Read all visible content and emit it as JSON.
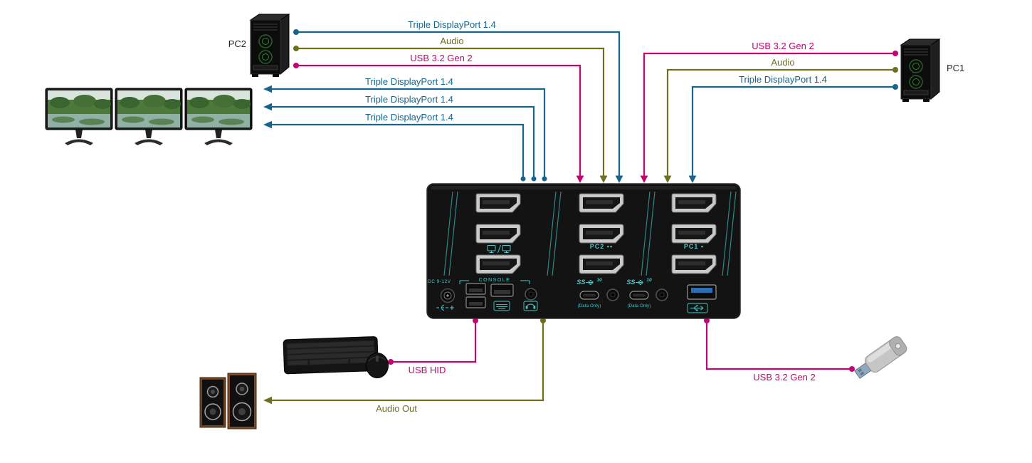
{
  "palette": {
    "blue": "#17658f",
    "olive": "#6f6f1f",
    "magenta": "#c20570",
    "teal": "#4fc8c8"
  },
  "computers": {
    "pc1": "PC1",
    "pc2": "PC2"
  },
  "cables": {
    "pc2_displayport": "Triple DisplayPort 1.4",
    "pc2_audio": "Audio",
    "pc2_usb": "USB 3.2 Gen 2",
    "pc1_usb": "USB 3.2 Gen 2",
    "pc1_audio": "Audio",
    "pc1_displayport": "Triple DisplayPort 1.4",
    "monitor_1": "Triple DisplayPort 1.4",
    "monitor_2": "Triple DisplayPort 1.4",
    "monitor_3": "Triple DisplayPort 1.4",
    "usb_hid": "USB HID",
    "audio_out": "Audio Out",
    "usb_storage": "USB 3.2 Gen 2"
  },
  "device": {
    "dc_rating": "DC 9-12V",
    "console": "CONSOLE",
    "port_group_pc2": "PC2 ▪▪",
    "port_group_pc1": "PC1 ▪",
    "usbc_label": "SS",
    "usbc_speed": "10",
    "usbc_note": "(Data Only)"
  }
}
